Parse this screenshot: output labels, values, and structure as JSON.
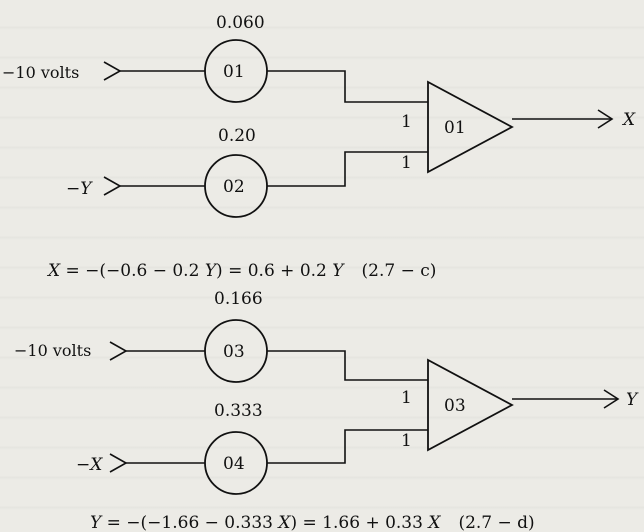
{
  "diagram_top": {
    "inputs": [
      {
        "label": "−10 volts",
        "potentiometer": "01",
        "coefficient": "0.060",
        "gain": "1"
      },
      {
        "label": "−Y",
        "potentiometer": "02",
        "coefficient": "0.20",
        "gain": "1"
      }
    ],
    "amplifier": "01",
    "output": "X",
    "equation": {
      "lhs": "X",
      "rhs": " = −(−0.6 − 0.2 ",
      "var": "Y",
      "mid": ") = 0.6 + 0.2 ",
      "var2": "Y",
      "ref": "(2.7 − c)"
    }
  },
  "diagram_bottom": {
    "inputs": [
      {
        "label": "−10 volts",
        "potentiometer": "03",
        "coefficient": "0.166",
        "gain": "1"
      },
      {
        "label": "−X",
        "potentiometer": "04",
        "coefficient": "0.333",
        "gain": "1"
      }
    ],
    "amplifier": "03",
    "output": "Y",
    "equation": {
      "lhs": "Y",
      "rhs": " = −(−1.66 − 0.333 ",
      "var": "X",
      "mid": ") = 1.66 + 0.33 ",
      "var2": "X",
      "ref": "(2.7 − d)"
    }
  }
}
